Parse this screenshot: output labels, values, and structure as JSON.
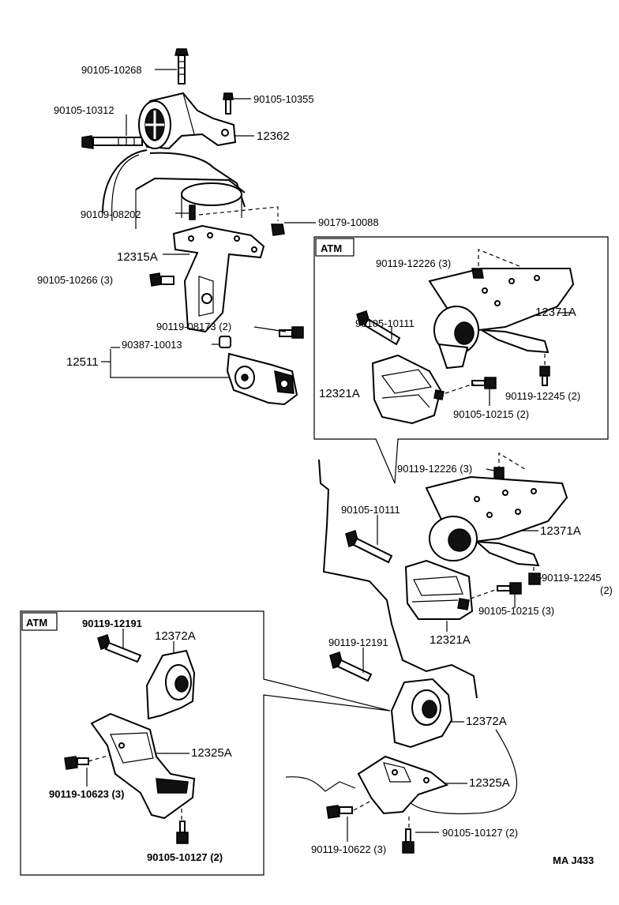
{
  "labels": {
    "p90105_10268": "90105-10268",
    "p90105_10355": "90105-10355",
    "p90105_10312": "90105-10312",
    "p12362": "12362",
    "p90109_08202": "90109-08202",
    "p90179_10088": "90179-10088",
    "p12315A": "12315A",
    "p90105_10266": "90105-10266 (3)",
    "p90119_08173": "90119-08173 (2)",
    "p90387_10013": "90387-10013",
    "p12511": "12511",
    "atm1_title": "ATM",
    "atm1_90119_12226": "90119-12226 (3)",
    "atm1_90105_10111": "90105-10111",
    "atm1_12371A": "12371A",
    "atm1_12321A": "12321A",
    "atm1_90119_12245": "90119-12245 (2)",
    "atm1_90105_10215": "90105-10215 (2)",
    "m_90119_12226": "90119-12226 (3)",
    "m_90105_10111": "90105-10111",
    "m_12371A": "12371A",
    "m_90119_12245": "90119-12245",
    "m_90119_12245_qty": "(2)",
    "m_90105_10215": "90105-10215 (3)",
    "m_12321A": "12321A",
    "m_90119_12191": "90119-12191",
    "m_12372A": "12372A",
    "m_12325A": "12325A",
    "m_90119_10622": "90119-10622 (3)",
    "m_90105_10127": "90105-10127 (2)",
    "atm2_title": "ATM",
    "atm2_90119_12191": "90119-12191",
    "atm2_12372A": "12372A",
    "atm2_12325A": "12325A",
    "atm2_90119_10623": "90119-10623 (3)",
    "atm2_90105_10127": "90105-10127 (2)",
    "footer_code": "MA  J433"
  }
}
